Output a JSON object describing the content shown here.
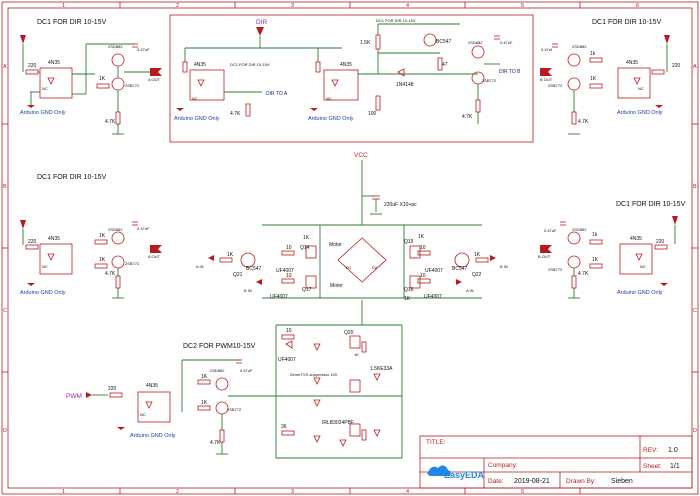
{
  "frame": {
    "columns": [
      "1",
      "2",
      "3",
      "4",
      "5",
      "6"
    ],
    "rows": [
      "A",
      "B",
      "C",
      "D"
    ]
  },
  "labels": {
    "dc1": "DC1 FOR DIR 10-15V",
    "dc2": "DC2 FOR PWM10-15V",
    "dc1_small": "DC1 FOR DIR 10-15V",
    "arduino_gnd": "Arduino GND Only",
    "vcc": "VCC",
    "pwm": "PWM",
    "dir": "DIR",
    "dir_to_a": "DIR TO A",
    "dir_to_b": "DIR TO B",
    "motor": "Motor",
    "cap_bulk": "220uF X10+pc",
    "zener_note": "ZenerTVS suppressor 15V",
    "a_out": "A OUT",
    "b_out": "B OUT"
  },
  "components": {
    "opto": "4N35",
    "r220": "220",
    "r1k": "1K",
    "r1k_lower": "1k",
    "r47k": "4.7K",
    "r1_5k": "1.5K",
    "r47": "47",
    "r100": "100",
    "r10": "10",
    "r36": "36",
    "cap": "0.47uF",
    "cap_lower": "0.47uf",
    "q_top": "2SD882",
    "q_bot": "2SB772",
    "bc547": "BC547",
    "diode": "1N4148",
    "uf4007": "UF4007",
    "tvs": "1.5KE33A",
    "mosfet": "IRLB3034PBF",
    "nc": "NC",
    "pin1": "1",
    "pin2": "2",
    "pin3": "3",
    "pin4": "4",
    "pin5": "5",
    "pin6": "6",
    "q21": "Q21",
    "q22": "Q22",
    "q14": "Q14",
    "q15": "Q15",
    "q16": "Q16",
    "q17": "Q17",
    "q20": "Q20",
    "d1": "D1",
    "d2": "D2"
  },
  "nets": {
    "a_in": "A IN",
    "b_in": "B IN",
    "a_in2": "A IN",
    "b_in2": "B IN"
  },
  "title_block": {
    "title_label": "TITLE:",
    "rev_label": "REV:",
    "rev_value": "1.0",
    "company_label": "Company:",
    "sheet_label": "Sheet:",
    "sheet_value": "1/1",
    "date_label": "Date:",
    "date_value": "2019-08-21",
    "drawn_label": "Drawn By:",
    "drawn_value": "Sieben",
    "brand": "EasyEDA"
  },
  "colors": {
    "wire": "#2e7d32",
    "component": "#b71c1c",
    "purple_label": "#9c27b0",
    "blue_text": "#1a3ea8"
  }
}
